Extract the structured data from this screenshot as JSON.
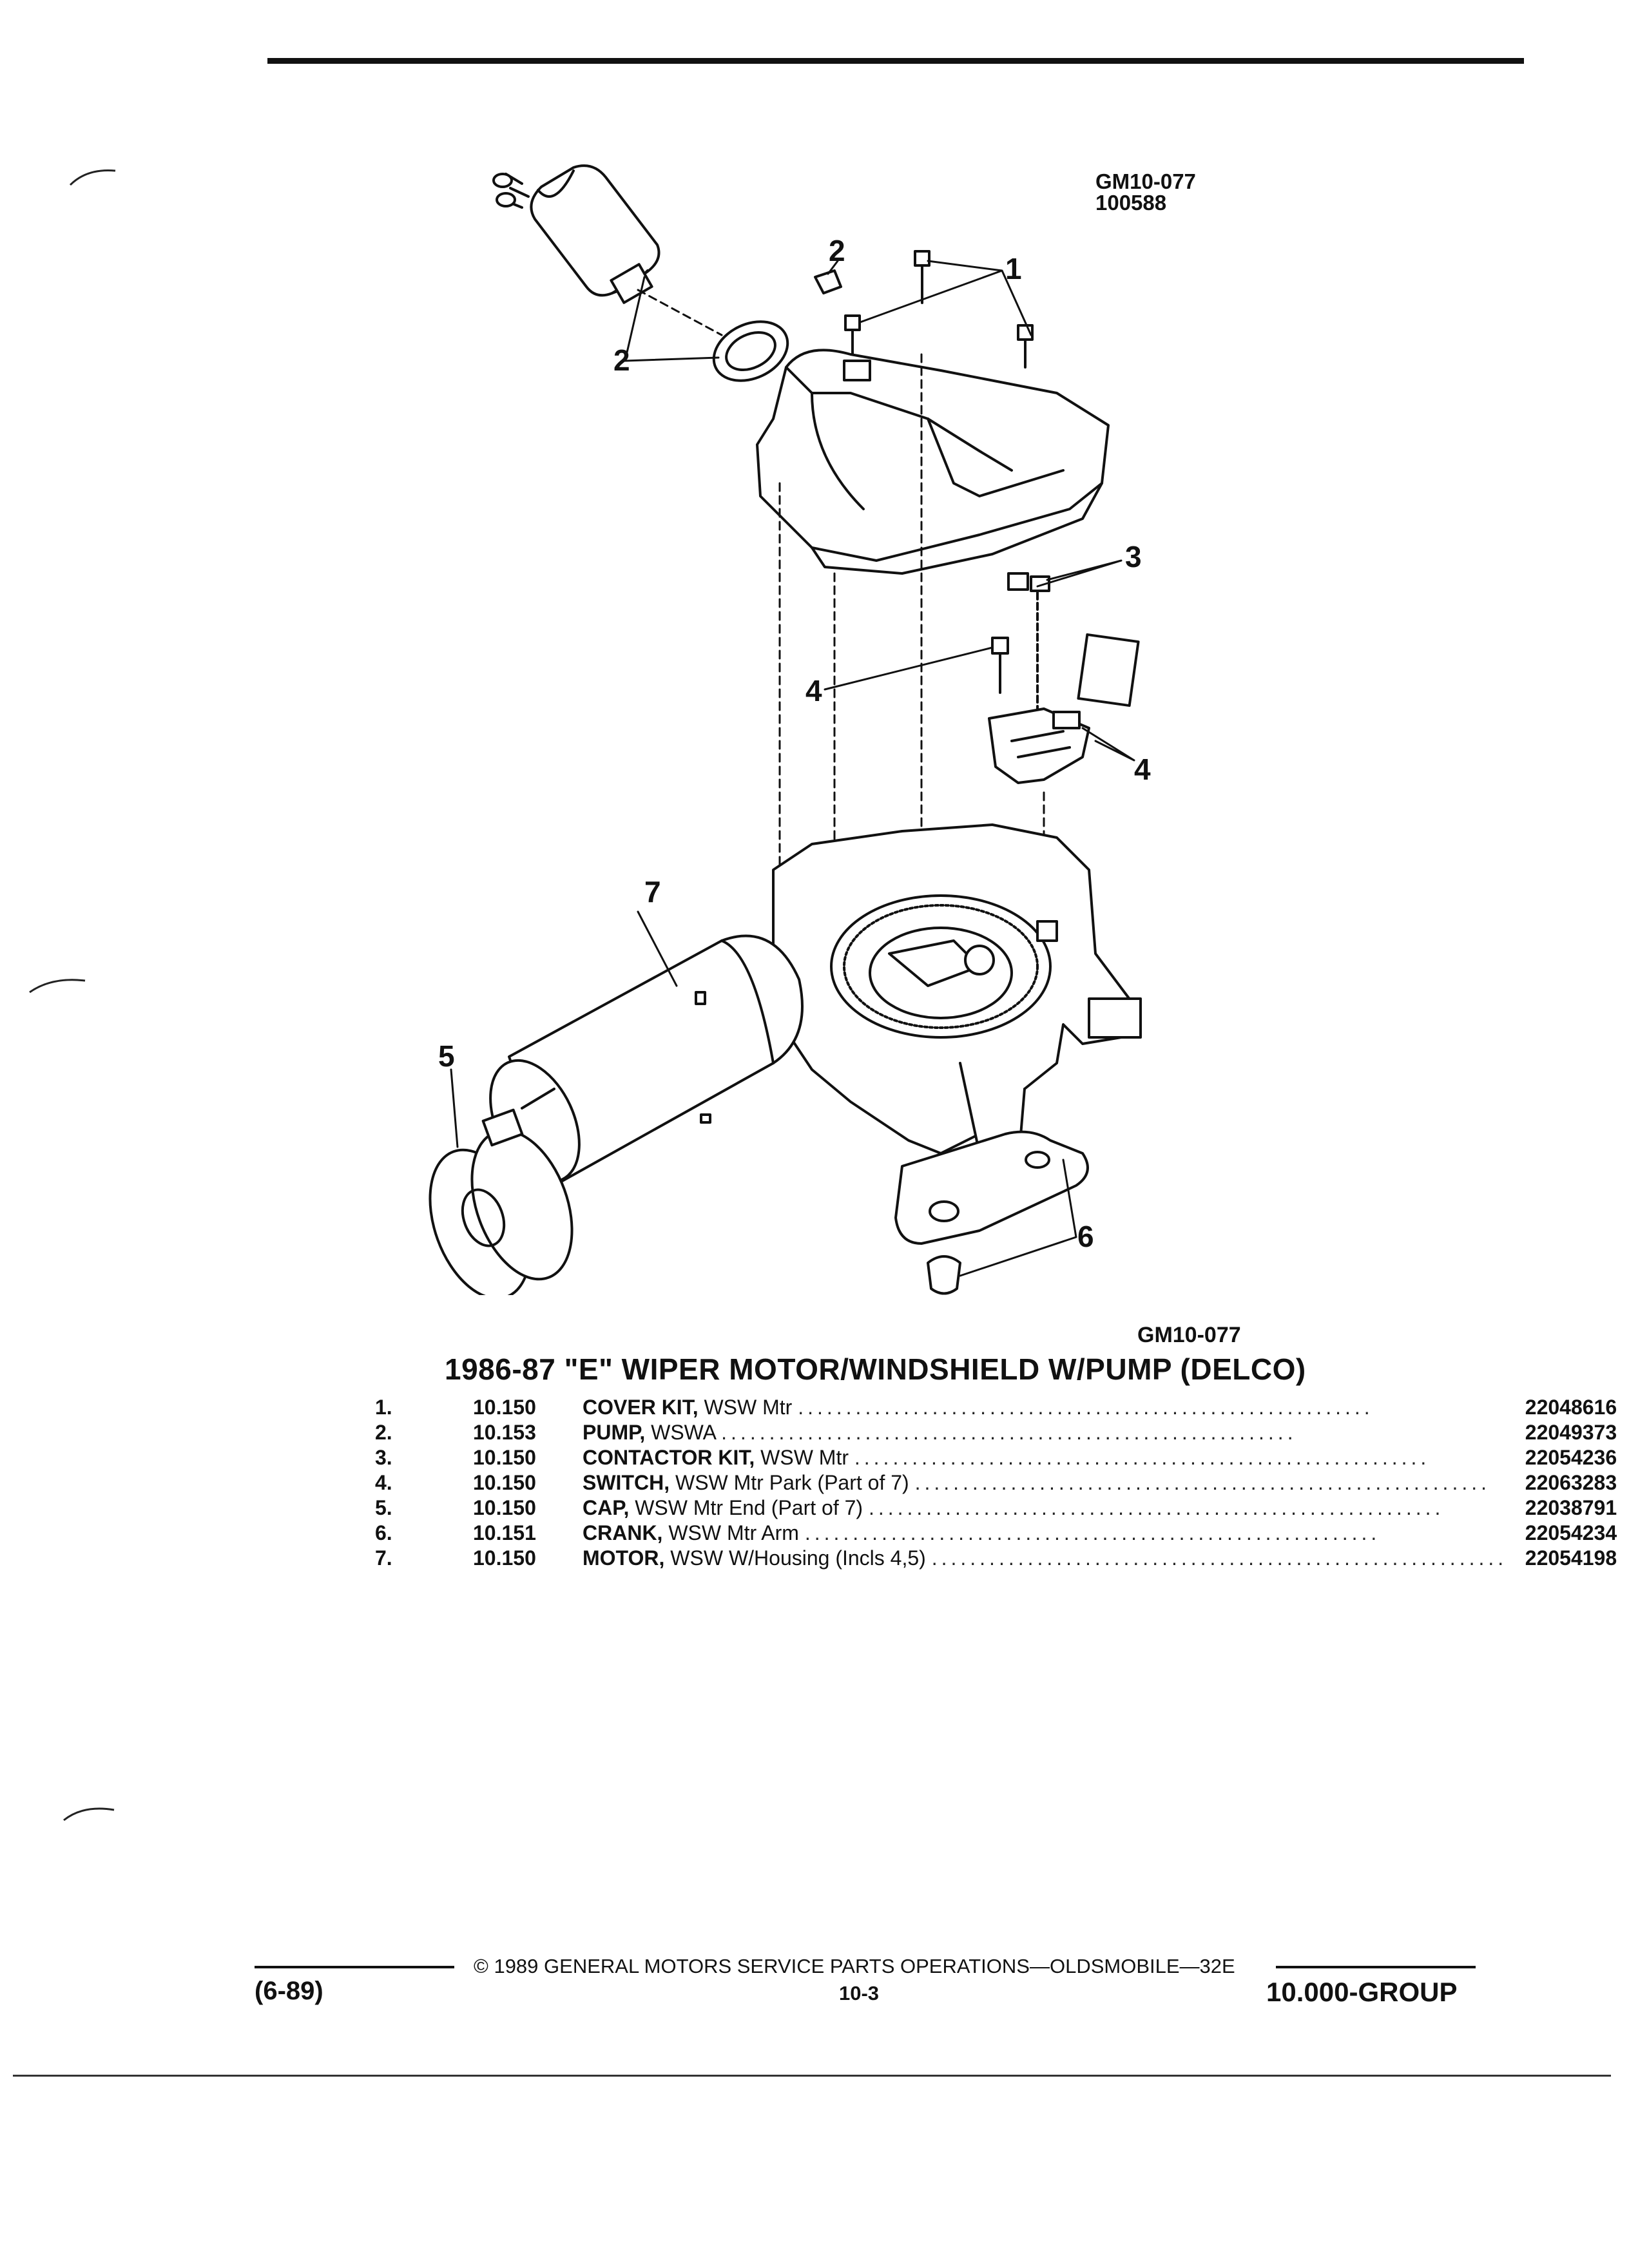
{
  "header": {
    "figure_code": "GM10-077",
    "figure_date": "100588"
  },
  "diagram": {
    "callouts": [
      "1",
      "2",
      "2",
      "3",
      "4",
      "4",
      "5",
      "6",
      "7"
    ],
    "figure_code_bottom": "GM10-077"
  },
  "section": {
    "title": "1986-87 \"E\" WIPER MOTOR/WINDSHIELD W/PUMP (DELCO)"
  },
  "parts": [
    {
      "num": "1.",
      "group": "10.150",
      "name": "COVER KIT,",
      "detail": "WSW Mtr",
      "part_no": "22048616"
    },
    {
      "num": "2.",
      "group": "10.153",
      "name": "PUMP,",
      "detail": "WSWA",
      "part_no": "22049373"
    },
    {
      "num": "3.",
      "group": "10.150",
      "name": "CONTACTOR KIT,",
      "detail": "WSW Mtr",
      "part_no": "22054236"
    },
    {
      "num": "4.",
      "group": "10.150",
      "name": "SWITCH,",
      "detail": "WSW Mtr Park (Part of 7)",
      "part_no": "22063283"
    },
    {
      "num": "5.",
      "group": "10.150",
      "name": "CAP,",
      "detail": "WSW Mtr End (Part of 7)",
      "part_no": "22038791"
    },
    {
      "num": "6.",
      "group": "10.151",
      "name": "CRANK,",
      "detail": "WSW Mtr Arm",
      "part_no": "22054234"
    },
    {
      "num": "7.",
      "group": "10.150",
      "name": "MOTOR,",
      "detail": "WSW W/Housing (Incls 4,5)",
      "part_no": "22054198"
    }
  ],
  "footer": {
    "copyright": "© 1989 GENERAL MOTORS SERVICE PARTS OPERATIONS—OLDSMOBILE—32E",
    "page": "10-3",
    "date": "(6-89)",
    "group": "10.000-GROUP"
  }
}
